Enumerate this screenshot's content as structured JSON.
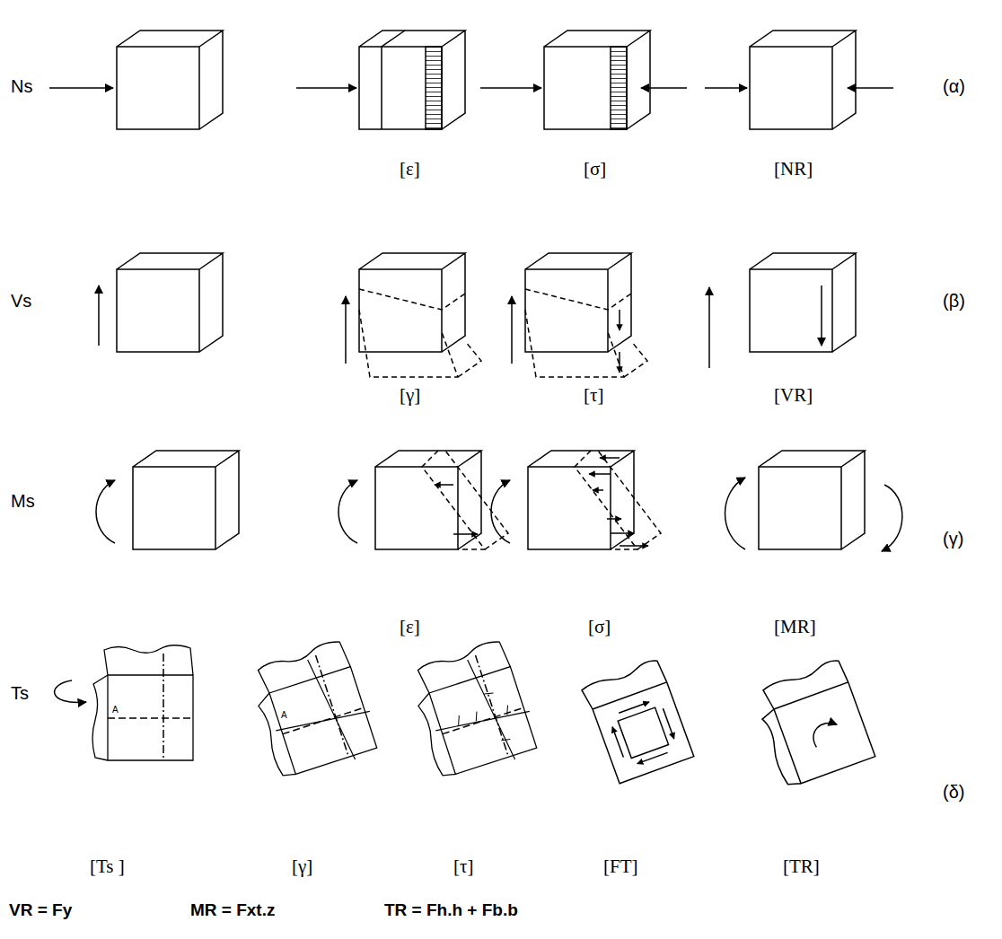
{
  "diagram": {
    "labels": [
      "Ns",
      "(α)",
      "[ε]",
      "[σ]",
      "[NR]",
      "Vs",
      "(β)",
      "[γ]",
      "[τ]",
      "[VR]",
      "Ms",
      "(γ)",
      "[ε]",
      "[σ]",
      "[MR]",
      "Ts",
      "A",
      "A",
      "(δ)",
      "[Ts ]",
      "[γ]",
      "[τ]",
      "[FT]",
      "[TR]",
      "VR = Fy",
      "MR = Fxt.z",
      "TR = Fh.h + Fb.b"
    ]
  }
}
